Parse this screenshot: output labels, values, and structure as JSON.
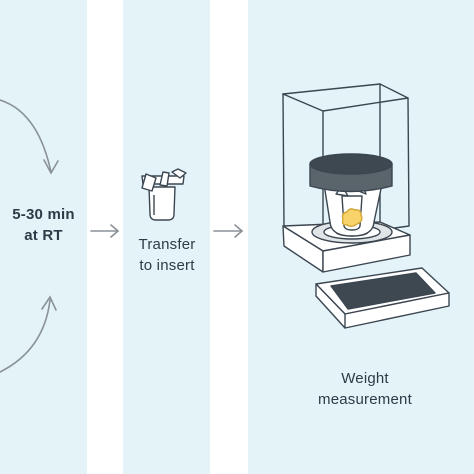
{
  "steps": [
    {
      "label_line1": "5-30 min",
      "label_line2": "at RT"
    },
    {
      "label_line1": "Transfer",
      "label_line2": "to insert"
    },
    {
      "label_line1": "Weight",
      "label_line2": "measurement"
    }
  ],
  "colors": {
    "panel_background": "#e3f3f8",
    "page_background": "#ffffff",
    "outline": "#3c4651",
    "arrow": "#8a9298",
    "balance_lid": "#5a646b",
    "sample": "#f7d36a",
    "sample_outline": "#d4a532",
    "text": "#2e3b47"
  },
  "icons": [
    "curved-arrow-icon",
    "right-arrow-icon",
    "tube-icon",
    "balance-icon"
  ]
}
